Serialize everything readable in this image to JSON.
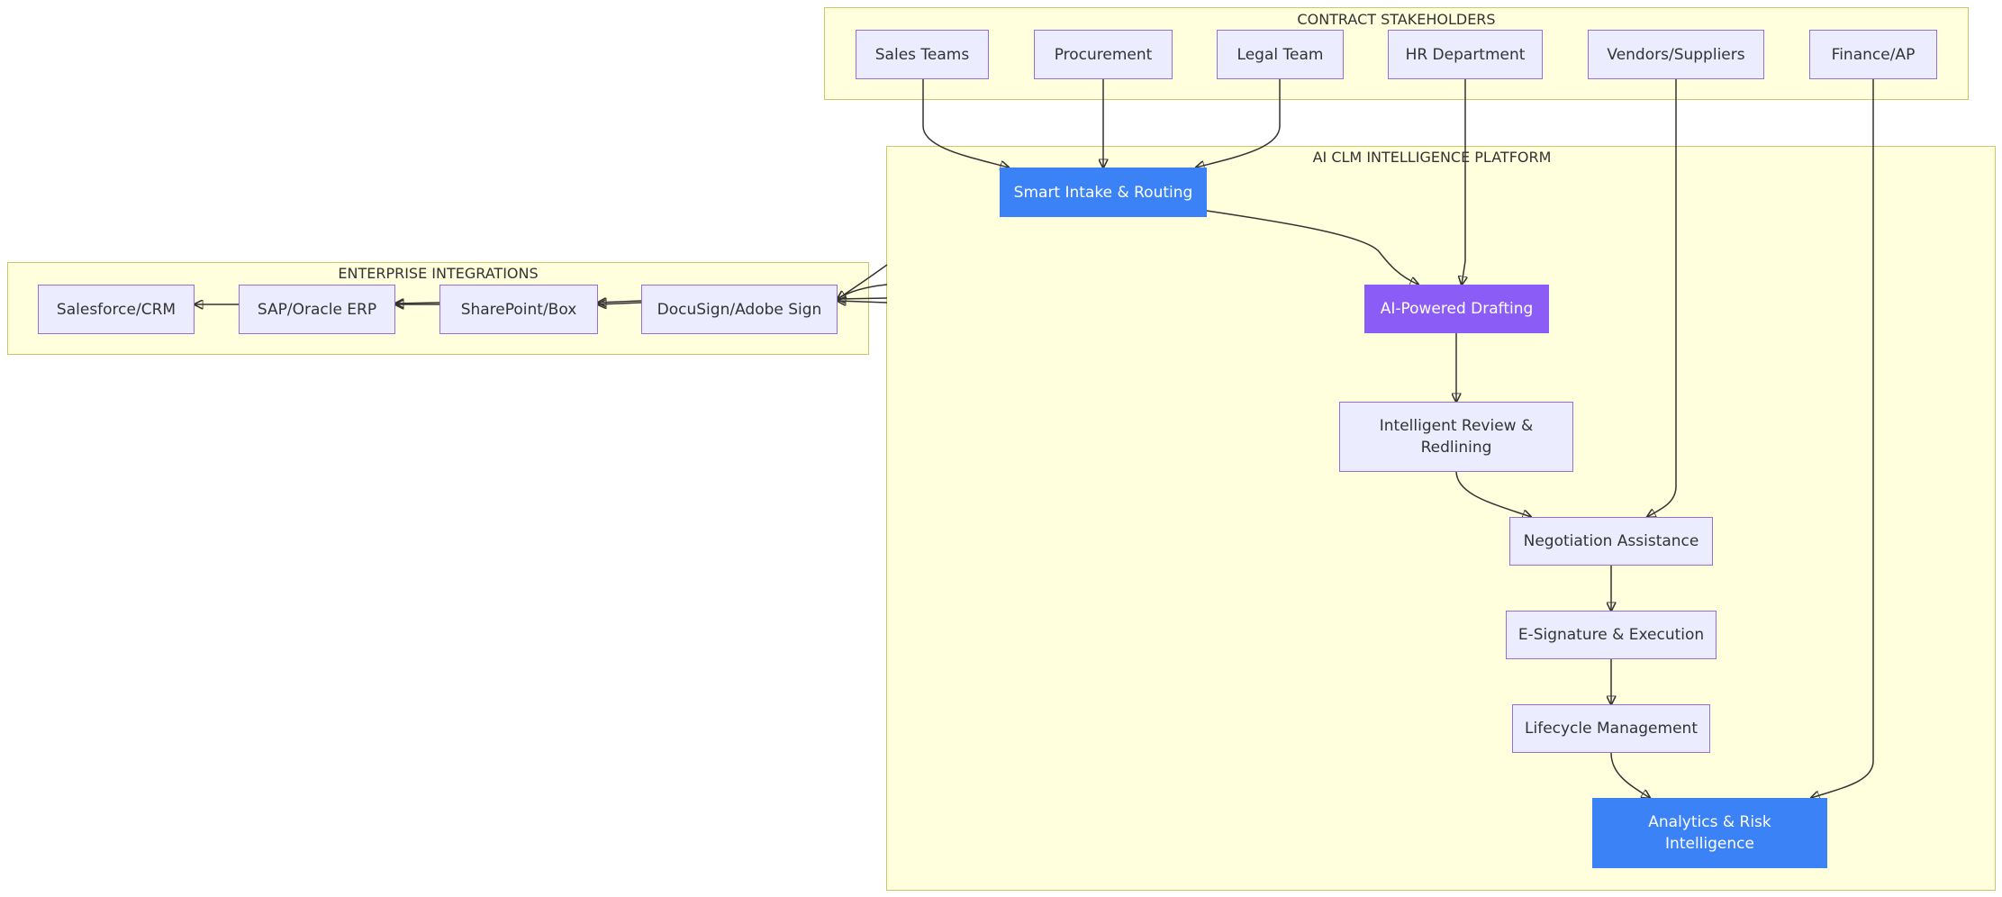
{
  "clusters": {
    "stakeholders": "CONTRACT STAKEHOLDERS",
    "platform": "AI CLM INTELLIGENCE PLATFORM",
    "integrations": "ENTERPRISE INTEGRATIONS"
  },
  "nodes": {
    "sales": "Sales Teams",
    "procurement": "Procurement",
    "legal": "Legal Team",
    "hr": "HR Department",
    "vendors": "Vendors/Suppliers",
    "finance": "Finance/AP",
    "intake": "Smart Intake & Routing",
    "drafting": "AI-Powered Drafting",
    "review": "Intelligent Review & Redlining",
    "negotiation": "Negotiation Assistance",
    "esign": "E-Signature & Execution",
    "lifecycle": "Lifecycle Management",
    "analytics": "Analytics & Risk Intelligence",
    "docusign": "DocuSign/Adobe Sign",
    "sharepoint": "SharePoint/Box",
    "erp": "SAP/Oracle ERP",
    "crm": "Salesforce/CRM"
  },
  "colors": {
    "default_fill": "#ececff",
    "default_stroke": "#9370db",
    "blue": "#3b82f6",
    "purple": "#8b5cf6",
    "cluster_fill": "#ffffde",
    "cluster_stroke": "#c9c96a",
    "edge": "#333333"
  }
}
